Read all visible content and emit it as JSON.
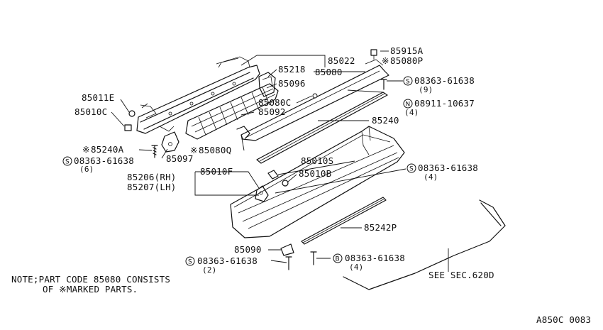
{
  "labels": {
    "l85022": "85022",
    "l85218": "85218",
    "l85080": "85080",
    "l85096": "85096",
    "l85080C": "85080C",
    "l85092": "85092",
    "l85011E": "85011E",
    "l85010C": "85010C",
    "l85240A": "85240A",
    "l85097": "85097",
    "l85080Q": "85080Q",
    "l08363_6": "08363-61638",
    "l08363_6q": "(6)",
    "l85915A": "85915A",
    "l85080P": "85080P",
    "l08363_9": "08363-61638",
    "l08363_9q": "(9)",
    "l08911": "08911-10637",
    "l08911q": "(4)",
    "l85240": "85240",
    "l85010S": "85010S",
    "l85010B": "85010B",
    "l08363_4a": "08363-61638",
    "l08363_4aq": "(4)",
    "l85206": "85206(RH)",
    "l85207": "85207(LH)",
    "l85010F": "85010F",
    "l85242P": "85242P",
    "l85090": "85090",
    "l08363_2": "08363-61638",
    "l08363_2q": "(2)",
    "l08363_4b": "08363-61638",
    "l08363_4bq": "(4)",
    "seeSec": "SEE SEC.620D",
    "note1": "NOTE;PART CODE 85080 CONSISTS",
    "note2": "OF ※MARKED PARTS.",
    "ref": "A850C 0083"
  },
  "symbols": {
    "s": "S",
    "n": "N",
    "b": "B",
    "mark": "※"
  }
}
